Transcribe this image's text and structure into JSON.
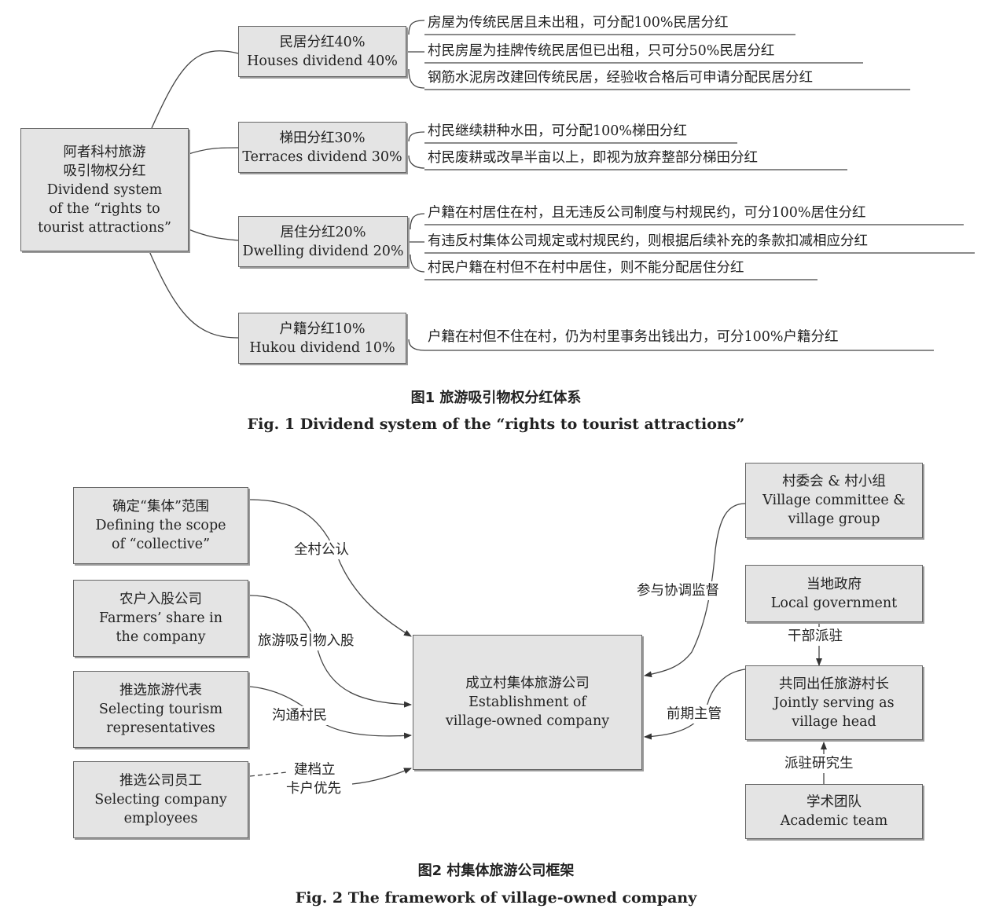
{
  "fig1": {
    "root": [
      "阿者科村旅游",
      "吸引物权分红",
      "Dividend system",
      "of the “rights to",
      "tourist attractions”"
    ],
    "branches": [
      {
        "cn": "民居分红40%",
        "en": "Houses dividend 40%",
        "rules": [
          "房屋为传统民居且未出租，可分配100%民居分红",
          "村民房屋为挂牌传统民居但已出租，只可分50%民居分红",
          "钢筋水泥房改建回传统民居，经验收合格后可申请分配民居分红"
        ]
      },
      {
        "cn": "梯田分红30%",
        "en": "Terraces dividend 30%",
        "rules": [
          "村民继续耕种水田，可分配100%梯田分红",
          "村民废耕或改旱半亩以上，即视为放弃整部分梯田分红"
        ]
      },
      {
        "cn": "居住分红20%",
        "en": "Dwelling dividend 20%",
        "rules": [
          "户籍在村居住在村，且无违反公司制度与村规民约，可分100%居住分红",
          "有违反村集体公司规定或村规民约，则根据后续补充的条款扣减相应分红",
          "村民户籍在村但不在村中居住，则不能分配居住分红"
        ]
      },
      {
        "cn": "户籍分红10%",
        "en": "Hukou dividend 10%",
        "rules": [
          "户籍在村但不住在村，仍为村里事务出钱出力，可分100%户籍分红"
        ]
      }
    ],
    "caption_cn": "图1   旅游吸引物权分红体系",
    "caption_en": "Fig. 1   Dividend system of the “rights to tourist attractions”"
  },
  "fig2": {
    "left": [
      {
        "lines": [
          "确定“集体”范围",
          "Defining the scope",
          "of “collective”"
        ],
        "edge": "全村公认"
      },
      {
        "lines": [
          "农户入股公司",
          "Farmers’ share in",
          "the company"
        ],
        "edge": "旅游吸引物入股"
      },
      {
        "lines": [
          "推选旅游代表",
          "Selecting tourism",
          "representatives"
        ],
        "edge": "沟通村民"
      },
      {
        "lines": [
          "推选公司员工",
          "Selecting company",
          "employees"
        ],
        "edge": [
          "建档立",
          "卡户优先"
        ]
      }
    ],
    "center": [
      "成立村集体旅游公司",
      "Establishment of",
      "village-owned company"
    ],
    "right": [
      {
        "lines": [
          "村委会 & 村小组",
          "Village committee &",
          "village group"
        ]
      },
      {
        "lines": [
          "当地政府",
          "Local government"
        ]
      },
      {
        "lines": [
          "共同出任旅游村长",
          "Jointly serving as",
          "village head"
        ]
      },
      {
        "lines": [
          "学术团队",
          "Academic team"
        ]
      }
    ],
    "right_edges": {
      "supervise": "参与协调监督",
      "dispatch_cadres": "干部派驻",
      "early_manage": "前期主管",
      "dispatch_students": "派驻研究生"
    },
    "caption_cn": "图2   村集体旅游公司框架",
    "caption_en": "Fig. 2   The framework of village-owned company"
  }
}
